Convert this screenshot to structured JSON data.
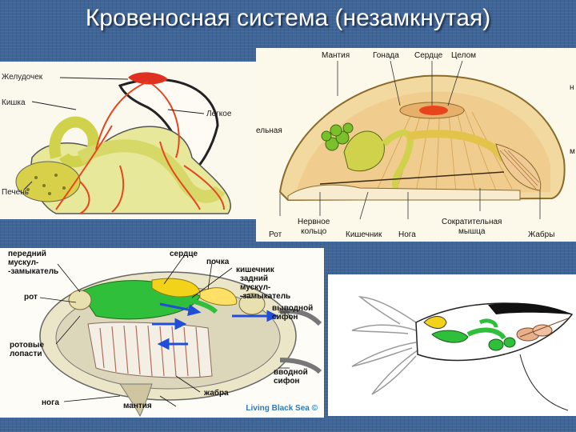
{
  "slide": {
    "title": "Кровеносная система (незамкнутая)"
  },
  "snail": {
    "labels": {
      "stomach": "Желудочек",
      "gut": "Кишка",
      "lung": "Легкое",
      "liver": "Печень"
    }
  },
  "bivalve": {
    "top_labels": {
      "mantle": "Мантия",
      "gonad": "Гонада",
      "heart": "Сердце",
      "coelom": "Целом"
    },
    "partial_labels": {
      "left": "ельная",
      "right_top": "н",
      "right_mid": "м"
    },
    "bottom_labels": {
      "mouth": "Рот",
      "nerve_ring": [
        "Нервное",
        "кольцо"
      ],
      "intestine": "Кишечник",
      "foot": "Нога",
      "contractile_muscle": [
        "Сократительная",
        "мышца"
      ],
      "gills": "Жабры"
    }
  },
  "mussel": {
    "labels": {
      "front_muscle": [
        "передний",
        "мускул-",
        "-замыкатель"
      ],
      "heart": "сердце",
      "kidney": "почка",
      "intestine": "кишечник",
      "rear_muscle": [
        "задний",
        "мускул-",
        "-замыкатель"
      ],
      "mouth": "рот",
      "outlet_siphon": [
        "выводной",
        "сифон"
      ],
      "oral_lobes": [
        "ротовые",
        "лопасти"
      ],
      "inlet_siphon": [
        "вводной",
        "сифон"
      ],
      "gill": "жабра",
      "foot": "нога",
      "mantle": "мантия"
    },
    "watermark": "Living Black Sea ©"
  },
  "colors": {
    "background": "#3f6496",
    "green": "#2fbf3a",
    "yellow": "#f3d21a",
    "orange_red": "#e8451e",
    "blue_arrow": "#1f4fd8"
  }
}
